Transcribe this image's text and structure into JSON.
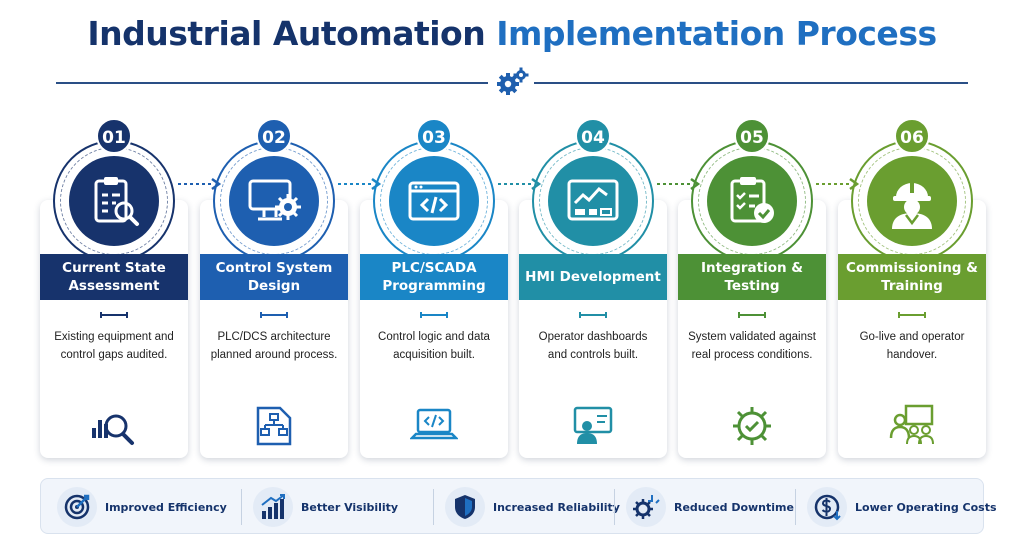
{
  "title": {
    "part1": "Industrial Automation",
    "part2": "Implementation Process"
  },
  "colors": {
    "navy": "#15336b",
    "blue": "#1f6fc1",
    "teal": "#1f8fb4",
    "green": "#5f9a32"
  },
  "steps": [
    {
      "number": "01",
      "title": "Current State Assessment",
      "description": "Existing equipment and control gaps audited.",
      "icon": "clipboard-magnifier-icon",
      "bottom_icon": "bar-chart-magnifier-icon",
      "color": "#17336c"
    },
    {
      "number": "02",
      "title": "Control System Design",
      "description": "PLC/DCS architecture planned around process.",
      "icon": "monitor-gear-icon",
      "bottom_icon": "flowchart-document-icon",
      "color": "#1e5fb0"
    },
    {
      "number": "03",
      "title": "PLC/SCADA Programming",
      "description": "Control logic and data acquisition built.",
      "icon": "code-window-icon",
      "bottom_icon": "code-laptop-icon",
      "color": "#1a86c6"
    },
    {
      "number": "04",
      "title": "HMI Development",
      "description": "Operator dashboards and controls built.",
      "icon": "dashboard-screen-icon",
      "bottom_icon": "operator-screen-icon",
      "color": "#218fa6"
    },
    {
      "number": "05",
      "title": "Integration & Testing",
      "description": "System validated against real process conditions.",
      "icon": "checklist-check-icon",
      "bottom_icon": "gear-check-icon",
      "color": "#4d9136"
    },
    {
      "number": "06",
      "title": "Commissioning & Training",
      "description": "Go-live and operator handover.",
      "icon": "engineer-hardhat-icon",
      "bottom_icon": "training-group-icon",
      "color": "#6a9e30"
    }
  ],
  "benefits": [
    {
      "label": "Improved Efficiency",
      "icon": "target-arrow-icon"
    },
    {
      "label": "Better Visibility",
      "icon": "growth-chart-icon"
    },
    {
      "label": "Increased Reliability",
      "icon": "shield-icon"
    },
    {
      "label": "Reduced Downtime",
      "icon": "gears-icon"
    },
    {
      "label": "Lower Operating Costs",
      "icon": "dollar-down-icon"
    }
  ]
}
